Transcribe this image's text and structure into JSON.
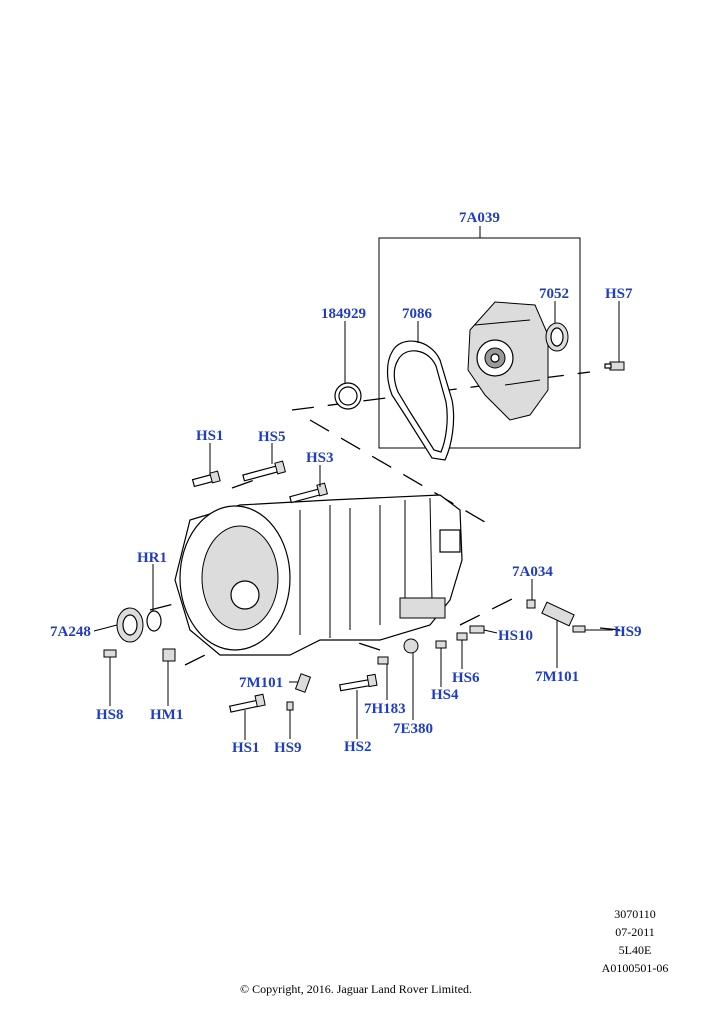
{
  "colors": {
    "callout": "#1f3cc9",
    "line": "#000000",
    "background": "#ffffff"
  },
  "callouts": {
    "c_7A039": "7A039",
    "c_184929": "184929",
    "c_7086": "7086",
    "c_7052": "7052",
    "c_HS7": "HS7",
    "c_HS1_top": "HS1",
    "c_HS5": "HS5",
    "c_HS3": "HS3",
    "c_HR1": "HR1",
    "c_7A248": "7A248",
    "c_HS8": "HS8",
    "c_HM1": "HM1",
    "c_7M101_left": "7M101",
    "c_HS1_bottom": "HS1",
    "c_HS9_bottom": "HS9",
    "c_HS2": "HS2",
    "c_7H183": "7H183",
    "c_7E380": "7E380",
    "c_HS4": "HS4",
    "c_HS6": "HS6",
    "c_HS10": "HS10",
    "c_7A034": "7A034",
    "c_HS9_right": "HS9",
    "c_7M101_right": "7M101"
  },
  "meta": {
    "line1": "3070110",
    "line2": "07-2011",
    "line3": "5L40E",
    "line4": "A0100501-06"
  },
  "copyright": "© Copyright, 2016. Jaguar Land Rover Limited."
}
